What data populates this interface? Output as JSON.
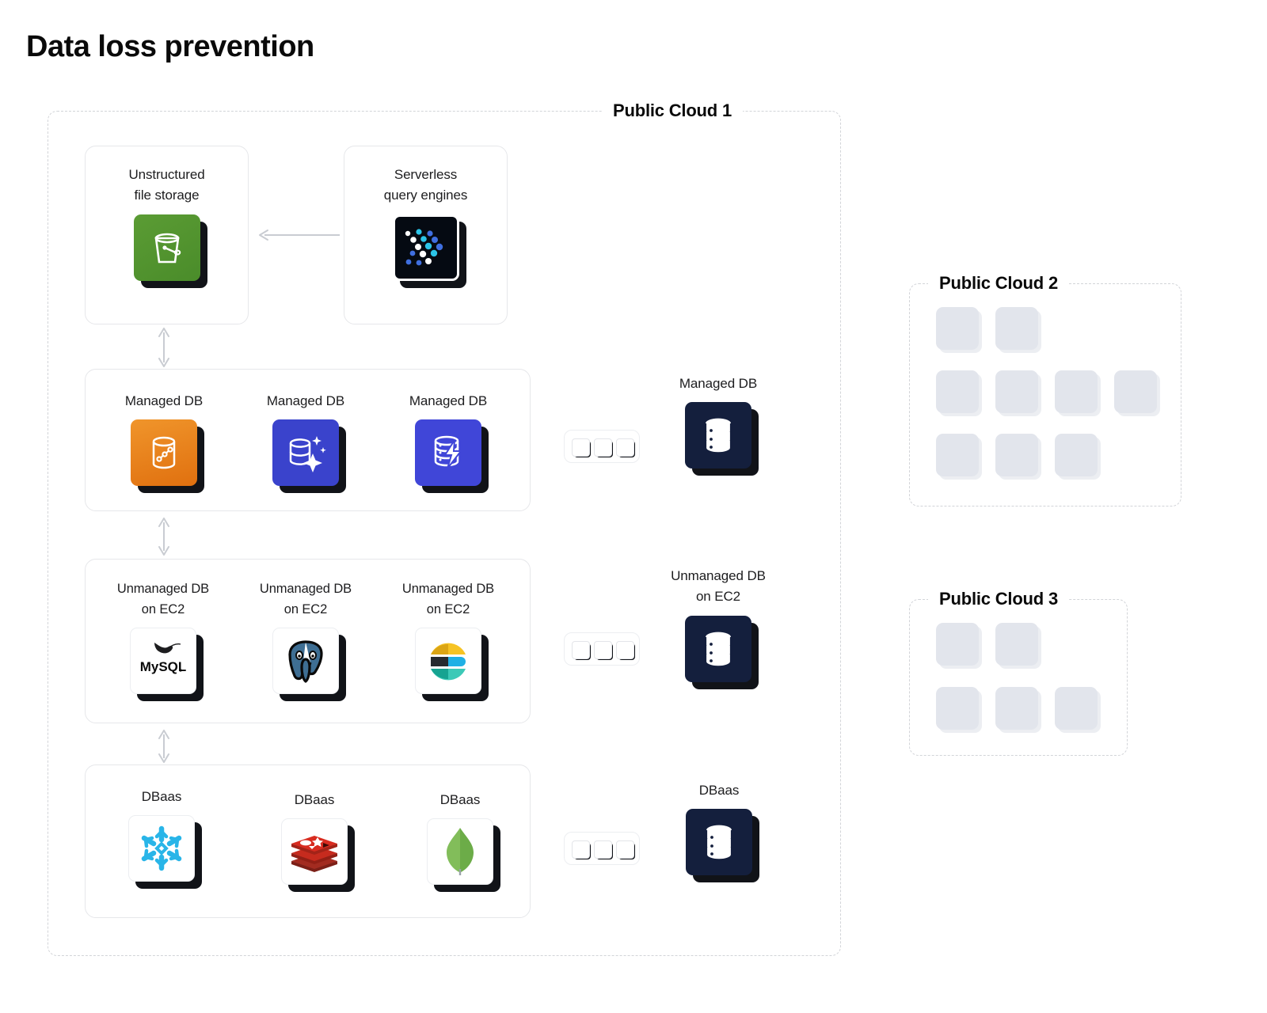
{
  "page": {
    "title": "Data loss prevention"
  },
  "clouds": [
    {
      "id": "cloud1",
      "label": "Public Cloud 1"
    },
    {
      "id": "cloud2",
      "label": "Public Cloud 2"
    },
    {
      "id": "cloud3",
      "label": "Public Cloud 3"
    }
  ],
  "nodes": {
    "storage": {
      "label": "Unstructured\nfile storage",
      "icon": "s3-bucket-icon"
    },
    "serverless": {
      "label": "Serverless\nquery engines",
      "icon": "athena-icon"
    },
    "managed_1": {
      "label": "Managed DB",
      "icon": "redshift-icon"
    },
    "managed_2": {
      "label": "Managed DB",
      "icon": "cosmos-db-icon"
    },
    "managed_3": {
      "label": "Managed DB",
      "icon": "database-bolt-icon"
    },
    "unmanaged_1": {
      "label": "Unmanaged DB\non EC2",
      "icon": "mysql-icon"
    },
    "unmanaged_2": {
      "label": "Unmanaged DB\non EC2",
      "icon": "postgresql-icon"
    },
    "unmanaged_3": {
      "label": "Unmanaged DB\non EC2",
      "icon": "elasticsearch-icon"
    },
    "dbaas_1": {
      "label": "DBaas",
      "icon": "snowflake-icon"
    },
    "dbaas_2": {
      "label": "DBaas",
      "icon": "redis-icon"
    },
    "dbaas_3": {
      "label": "DBaas",
      "icon": "mongodb-icon"
    },
    "agg_managed": {
      "label": "Managed DB",
      "icon": "database-icon"
    },
    "agg_unmanaged": {
      "label": "Unmanaged DB\non EC2",
      "icon": "database-icon"
    },
    "agg_dbaas": {
      "label": "DBaas",
      "icon": "database-icon"
    }
  },
  "chips": [
    {
      "id": "chip-1",
      "squares": 3
    },
    {
      "id": "chip-2",
      "squares": 3
    },
    {
      "id": "chip-3",
      "squares": 3
    }
  ],
  "placeholder_grids": {
    "cloud2": {
      "rows": [
        2,
        4,
        3
      ]
    },
    "cloud3": {
      "rows": [
        2,
        3
      ]
    }
  },
  "colors": {
    "background": "#ffffff",
    "title": "#0a0a0a",
    "card_border": "#e6e7ea",
    "dashed_border": "#d2d4d8",
    "arrow": "#c9ccd2",
    "navy": "#141f3d",
    "s3_green": "#4f9330",
    "redshift_orange": "#e8811b",
    "cosmos_blue": "#3a43cc",
    "bolt_blue": "#4046d8",
    "snowflake_blue": "#29b5e8",
    "redis_red": "#d82c20",
    "mongodb_green": "#6cac48",
    "postgres_blue": "#336791",
    "placeholder_fill": "#e2e5ec"
  }
}
